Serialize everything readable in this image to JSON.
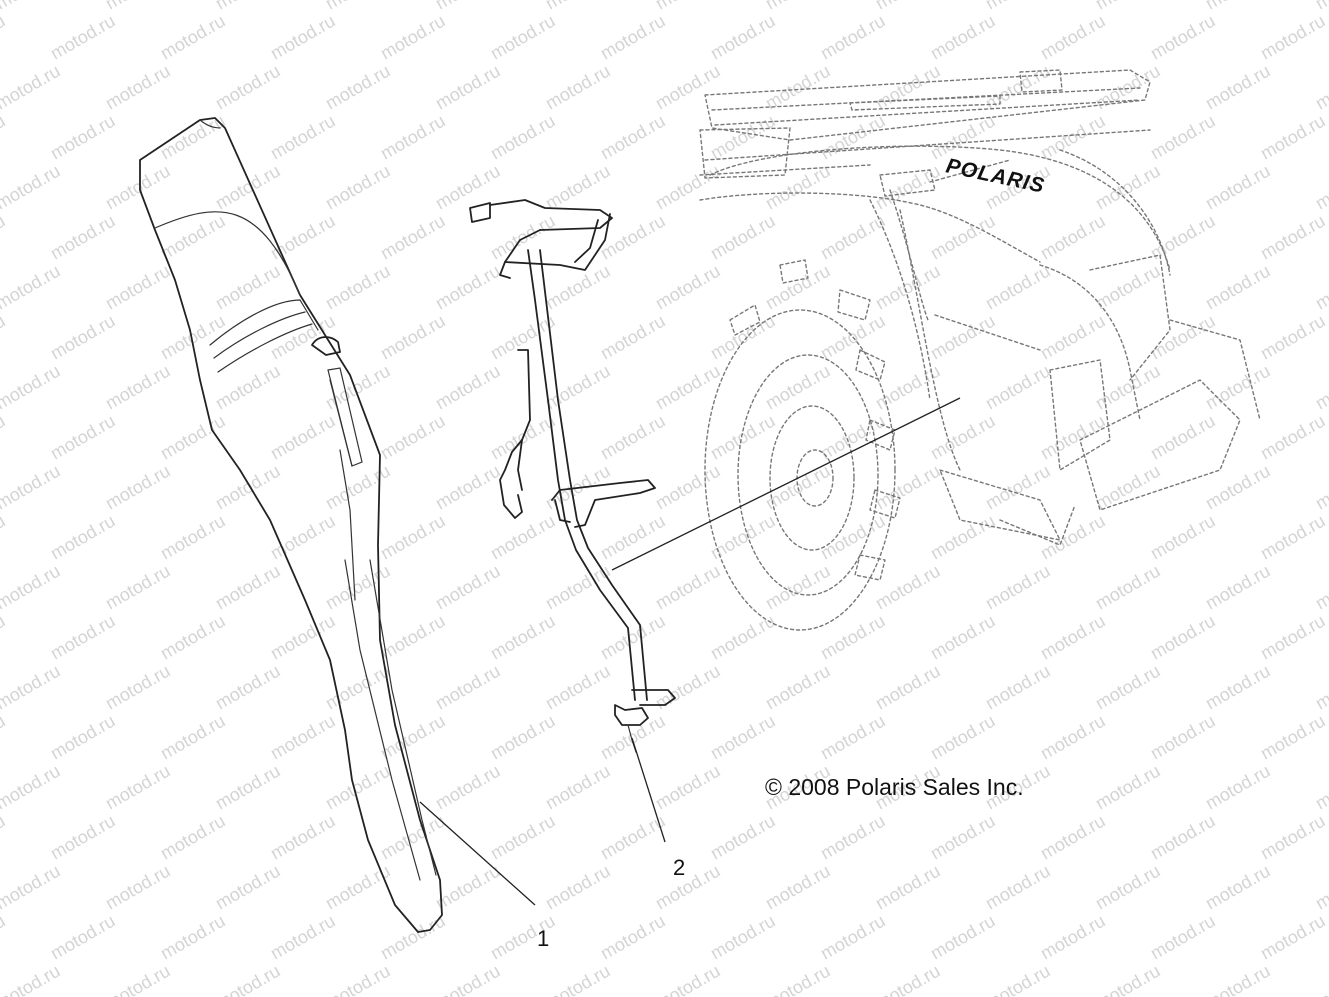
{
  "watermark": {
    "text": "motod.ru"
  },
  "callouts": [
    {
      "number": "1",
      "part": "rifle-case"
    },
    {
      "number": "2",
      "part": "rack-mount-bracket"
    }
  ],
  "vehicle": {
    "brand_text": "POLARIS"
  },
  "copyright": {
    "text": "© 2008 Polaris Sales Inc."
  }
}
